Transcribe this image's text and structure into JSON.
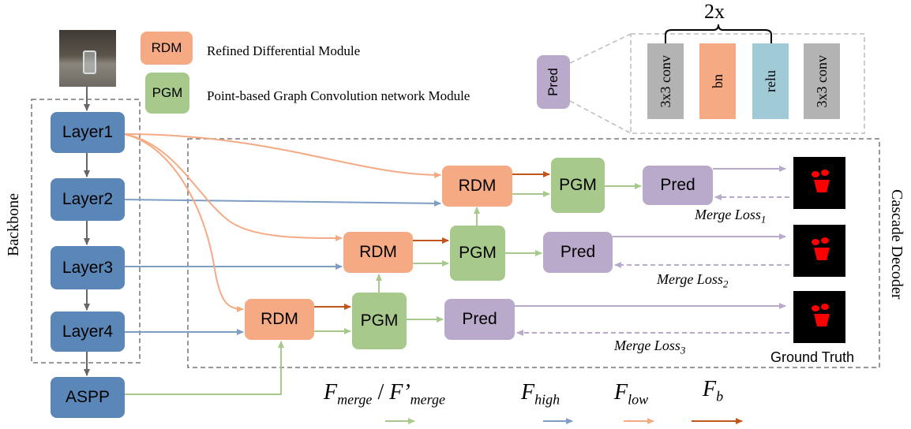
{
  "backbone_label": "Backbone",
  "decoder_label": "Cascade Decoder",
  "layers": [
    "Layer1",
    "Layer2",
    "Layer3",
    "Layer4"
  ],
  "aspp": "ASPP",
  "rdm": "RDM",
  "pgm": "PGM",
  "pred": "Pred",
  "legend_rdm": {
    "abbr": "RDM",
    "desc": "Refined Differential Module"
  },
  "legend_pgm": {
    "abbr": "PGM",
    "desc": "Point-based Graph Convolution network Module"
  },
  "pred_detail": {
    "pred": "Pred",
    "repeat": "2x",
    "ops": [
      "3x3 conv",
      "bn",
      "relu",
      "3x3 conv"
    ]
  },
  "losses": [
    {
      "main": "Merge Loss",
      "sub": "1"
    },
    {
      "main": "Merge Loss",
      "sub": "2"
    },
    {
      "main": "Merge Loss",
      "sub": "3"
    }
  ],
  "ground_truth": "Ground Truth",
  "legend_flows": [
    {
      "main": "F",
      "sub": "merge",
      "sep": " / ",
      "main2": "F’",
      "sub2": "merge",
      "color": "#a8c98c"
    },
    {
      "main": "F",
      "sub": "high",
      "color": "#7f9ec6"
    },
    {
      "main": "F",
      "sub": "low",
      "color": "#f5aa84"
    },
    {
      "main": "F",
      "sub": "b",
      "color": "#c0561c"
    }
  ],
  "colors": {
    "backbone_blue": "#5b87b8",
    "rdm_orange": "#f5aa84",
    "pgm_green": "#a8c98c",
    "pred_purple": "#b9aacb",
    "relu_blue": "#9fcad6",
    "conv_gray": "#b3b3b3",
    "mask_red": "#ff0000"
  }
}
